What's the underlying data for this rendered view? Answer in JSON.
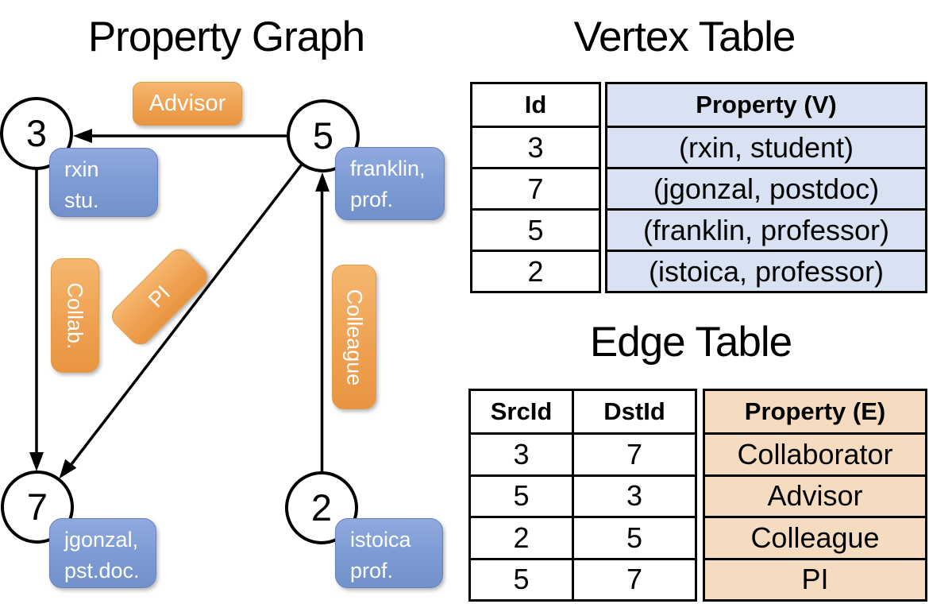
{
  "graph": {
    "title": "Property Graph",
    "nodes": [
      {
        "id": "3"
      },
      {
        "id": "5"
      },
      {
        "id": "7"
      },
      {
        "id": "2"
      }
    ],
    "vertex_boxes": [
      {
        "line1": "rxin",
        "line2": "stu."
      },
      {
        "line1": "franklin,",
        "line2": "prof."
      },
      {
        "line1": "jgonzal,",
        "line2": "pst.doc."
      },
      {
        "line1": "istoica",
        "line2": "prof."
      }
    ],
    "edge_labels": {
      "advisor": "Advisor",
      "collab": "Collab.",
      "pi": "PI",
      "colleague": "Colleague"
    }
  },
  "vertex_table": {
    "title": "Vertex Table",
    "headers": {
      "id": "Id",
      "property": "Property (V)"
    },
    "rows": [
      {
        "id": "3",
        "property": "(rxin, student)"
      },
      {
        "id": "7",
        "property": "(jgonzal, postdoc)"
      },
      {
        "id": "5",
        "property": "(franklin, professor)"
      },
      {
        "id": "2",
        "property": "(istoica, professor)"
      }
    ]
  },
  "edge_table": {
    "title": "Edge Table",
    "headers": {
      "src": "SrcId",
      "dst": "DstId",
      "property": "Property (E)"
    },
    "rows": [
      {
        "src": "3",
        "dst": "7",
        "property": "Collaborator"
      },
      {
        "src": "5",
        "dst": "3",
        "property": "Advisor"
      },
      {
        "src": "2",
        "dst": "5",
        "property": "Colleague"
      },
      {
        "src": "5",
        "dst": "7",
        "property": "PI"
      }
    ]
  },
  "colors": {
    "edge_label_orange": "#EFA152",
    "vertex_box_blue": "#7D9BD4",
    "vertex_property_bg": "#D9E2F3",
    "edge_property_bg": "#F5DCC1",
    "line_black": "#000000"
  }
}
